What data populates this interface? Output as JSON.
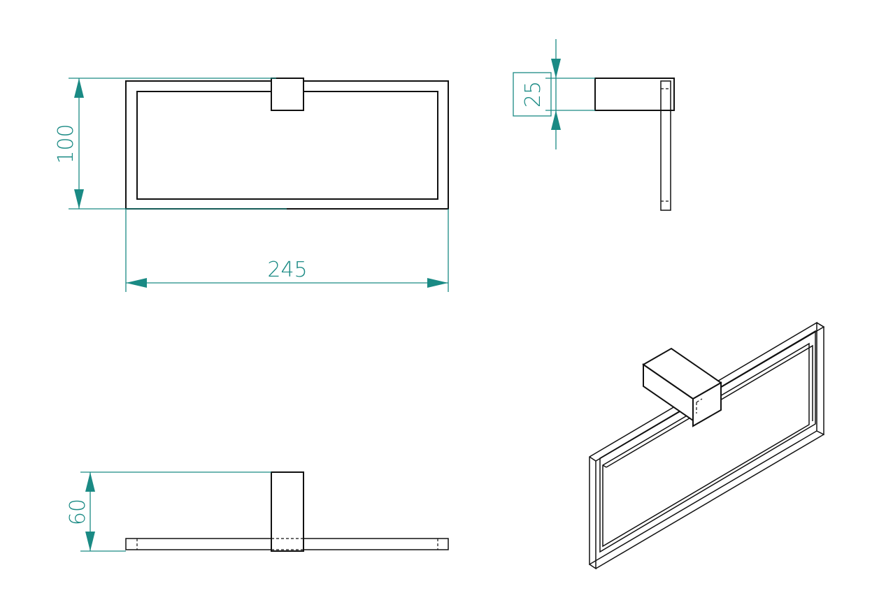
{
  "dimensions": {
    "height_front": "100",
    "width_front": "245",
    "depth_side": "25",
    "height_bottom": "60"
  },
  "colors": {
    "dimension": "#1a8a84",
    "object": "#111111",
    "background": "#ffffff"
  }
}
